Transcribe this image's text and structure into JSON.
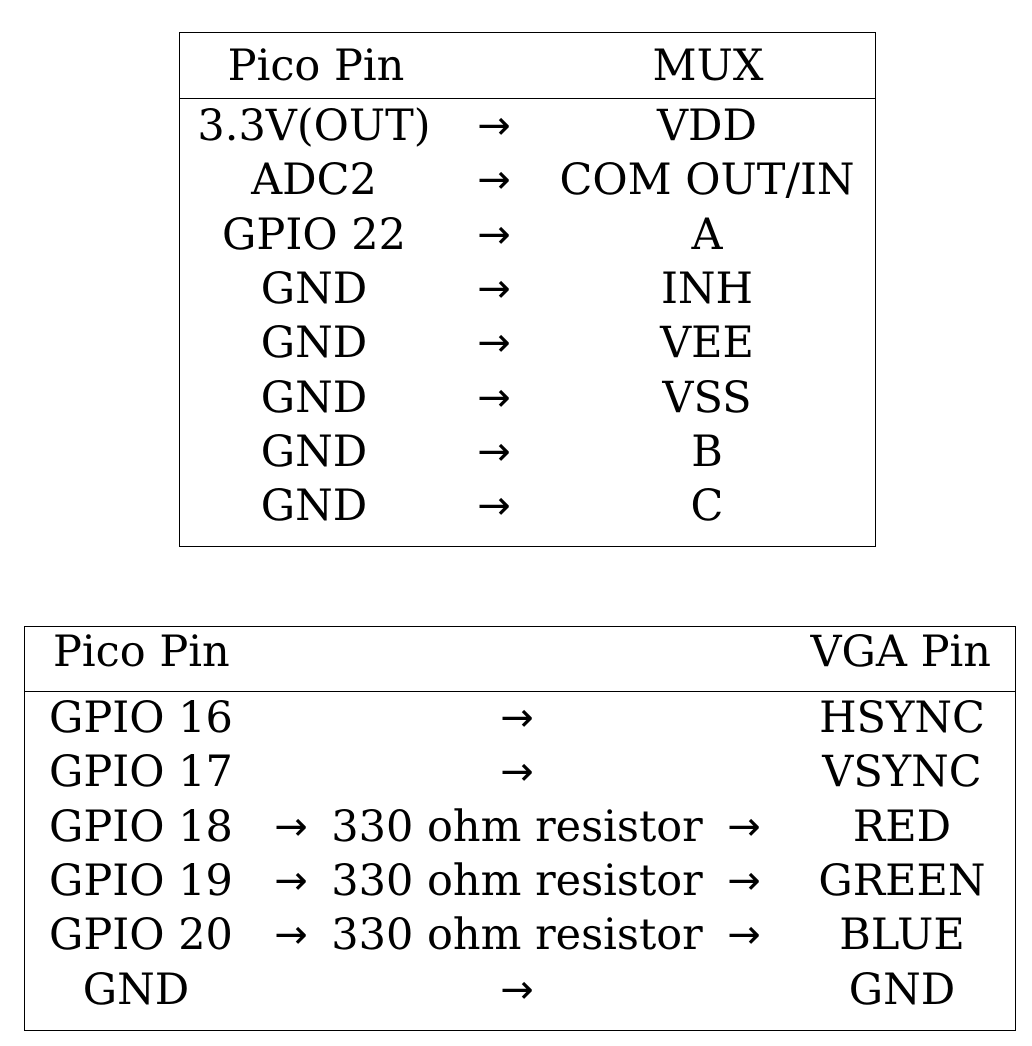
{
  "mux_table": {
    "headers": {
      "pico_pin": "Pico Pin",
      "mux": "MUX"
    },
    "rows": [
      {
        "pico": "3.3V(OUT)",
        "arrow": "→",
        "mux": "VDD"
      },
      {
        "pico": "ADC2",
        "arrow": "→",
        "mux": "COM OUT/IN"
      },
      {
        "pico": "GPIO 22",
        "arrow": "→",
        "mux": "A"
      },
      {
        "pico": "GND",
        "arrow": "→",
        "mux": "INH"
      },
      {
        "pico": "GND",
        "arrow": "→",
        "mux": "VEE"
      },
      {
        "pico": "GND",
        "arrow": "→",
        "mux": "VSS"
      },
      {
        "pico": "GND",
        "arrow": "→",
        "mux": "B"
      },
      {
        "pico": "GND",
        "arrow": "→",
        "mux": "C"
      }
    ]
  },
  "vga_table": {
    "headers": {
      "pico_pin": "Pico Pin",
      "vga_pin": "VGA Pin"
    },
    "rows": [
      {
        "pico": "GPIO 16",
        "arrow1": "",
        "via": "→",
        "arrow2": "",
        "vga": "HSYNC"
      },
      {
        "pico": "GPIO 17",
        "arrow1": "",
        "via": "→",
        "arrow2": "",
        "vga": "VSYNC"
      },
      {
        "pico": "GPIO 18",
        "arrow1": "→",
        "via": "330 ohm resistor",
        "arrow2": "→",
        "vga": "RED"
      },
      {
        "pico": "GPIO 19",
        "arrow1": "→",
        "via": "330 ohm resistor",
        "arrow2": "→",
        "vga": "GREEN"
      },
      {
        "pico": "GPIO 20",
        "arrow1": "→",
        "via": "330 ohm resistor",
        "arrow2": "→",
        "vga": "BLUE"
      },
      {
        "pico": "GND",
        "arrow1": "",
        "via": "→",
        "arrow2": "",
        "vga": "GND"
      }
    ]
  }
}
